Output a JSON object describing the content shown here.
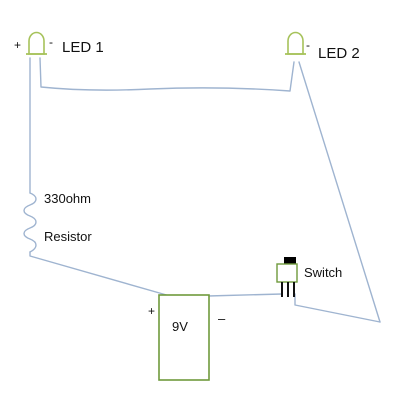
{
  "led1": {
    "label": "LED 1",
    "plus": "+",
    "minus": "-"
  },
  "led2": {
    "label": "LED 2",
    "minus": "-"
  },
  "resistor": {
    "value": "330ohm",
    "name": "Resistor"
  },
  "switch": {
    "label": "Switch"
  },
  "battery": {
    "label": "9V",
    "plus": "+",
    "minus": "–"
  },
  "colors": {
    "wire": "#9fb4d0",
    "led": "#a6c25a",
    "battery": "#6f9a3c",
    "switch_cap": "#000000"
  }
}
